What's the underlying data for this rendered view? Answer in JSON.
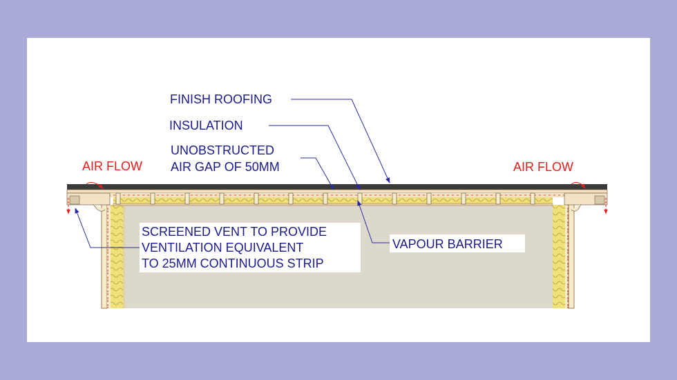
{
  "diagram": {
    "labels": {
      "finish_roofing": "FINISH ROOFING",
      "insulation": "INSULATION",
      "air_gap_line1": "UNOBSTRUCTED",
      "air_gap_line2": "AIR GAP OF 50MM",
      "air_flow_left": "AIR FLOW",
      "air_flow_right": "AIR FLOW",
      "screened_vent_line1": "SCREENED VENT TO PROVIDE",
      "screened_vent_line2": "VENTILATION EQUIVALENT",
      "screened_vent_line3": "TO 25MM CONTINUOUS STRIP",
      "vapour_barrier": "VAPOUR BARRIER"
    },
    "colors": {
      "background": "#aaaad6",
      "label_text": "#1a1a8c",
      "air_flow_text": "#e0201a",
      "insulation": "#efe07a",
      "interior": "#ddd8cc",
      "roofing": "#3a3a3a",
      "wood": "#f3e2c4"
    }
  }
}
